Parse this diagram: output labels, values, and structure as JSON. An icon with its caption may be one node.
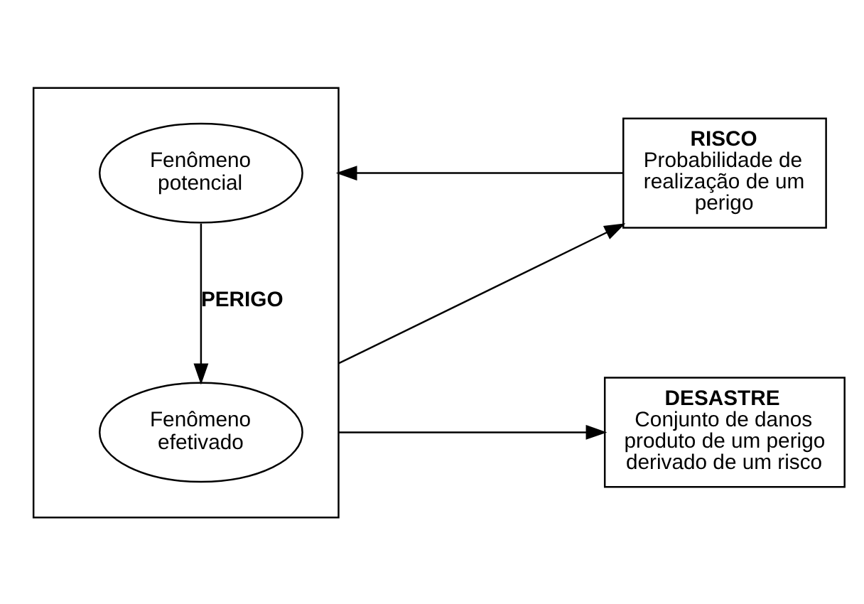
{
  "diagram": {
    "nodes": [
      {
        "text": [],
        "shape": "box"
      },
      {
        "text": [
          "Fenômeno potencial"
        ],
        "in": 0
      },
      {
        "text": [
          "Fenômeno efetivado"
        ],
        "in": 0
      },
      {
        "text": [
          "RISCO",
          "Probabilidade de realização de um perigo"
        ]
      },
      {
        "text": [
          "DESASTRE",
          "Conjunto de danos produto de um perigo derivado de um risco"
        ]
      }
    ],
    "edges": [
      {
        "from": 0,
        "to": 3,
        "arrow": "to"
      },
      {
        "from": 3,
        "to": 0,
        "arrow": "to"
      },
      {
        "from": 1,
        "to": 2,
        "arrow": "to",
        "label": "PERIGO"
      },
      {
        "from": 0,
        "to": 4,
        "arrow": "to"
      }
    ]
  }
}
